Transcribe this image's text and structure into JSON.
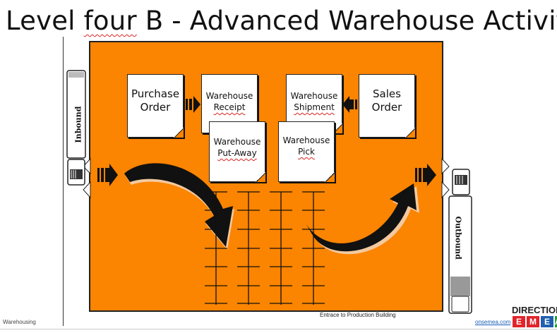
{
  "title": {
    "prefix": "Level ",
    "underlined": "four",
    "suffix": " B - Advanced Warehouse Activity"
  },
  "documents": {
    "purchase_order": [
      "Purchase",
      "Order"
    ],
    "warehouse_receipt": [
      "Warehouse",
      "Receipt"
    ],
    "warehouse_shipment": [
      "Warehouse",
      "Shipment"
    ],
    "sales_order": [
      "Sales",
      "Order"
    ],
    "warehouse_putaway": [
      "Warehouse",
      "Put-Away"
    ],
    "warehouse_pick": [
      "Warehouse",
      "Pick"
    ]
  },
  "trucks": {
    "inbound": "Inbound",
    "outbound": "Outbound"
  },
  "entrance_label": "Entrace to Production Building",
  "footer": {
    "left": "Warehousing",
    "link": "onsemea.com",
    "logo_word": "DIRECTIONS",
    "logo_letters": [
      "E",
      "M",
      "E",
      "A"
    ]
  },
  "colors": {
    "warehouse_fill": "#fb8400",
    "logo_red": "#e0242b",
    "logo_blue": "#1f5fae",
    "logo_green": "#2e9a3e"
  }
}
